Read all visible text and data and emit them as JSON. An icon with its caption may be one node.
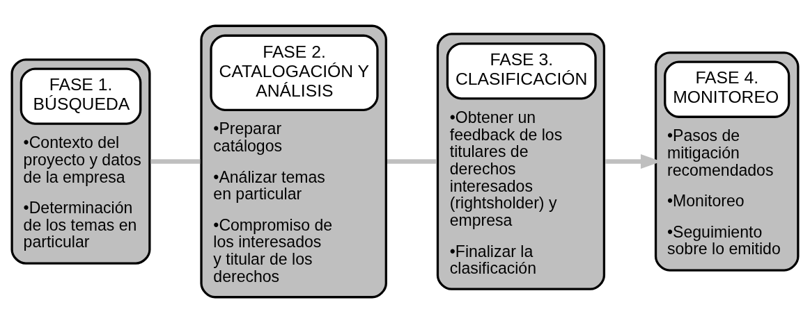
{
  "diagram": {
    "nodes": [
      {
        "text": [
          "FASE 1. BÚSQUEDA",
          "•Contexto del proyecto y datos de la empresa",
          "•Determinación de los temas en particular"
        ]
      },
      {
        "text": [
          "FASE 2. CATALOGACIÓN Y ANÁLISIS",
          "•Preparar catálogos",
          "•Análizar temas en particular",
          "•Compromiso de los interesados y titular de los derechos"
        ]
      },
      {
        "text": [
          "FASE 3. CLASIFICACIÓN",
          "•Obtener un feedback de los titulares de derechos interesados (rightsholder) y empresa",
          "•Finalizar la clasificación"
        ]
      },
      {
        "text": [
          "FASE 4. MONITOREO",
          "•Pasos de mitigación recomendados",
          "•Monitoreo",
          "•Seguimiento sobre lo emitido"
        ]
      }
    ],
    "edges": [
      {
        "from": 0,
        "to": 1,
        "arrow": "none"
      },
      {
        "from": 1,
        "to": 2,
        "arrow": "none"
      },
      {
        "from": 2,
        "to": 3,
        "arrow": "to"
      }
    ]
  }
}
